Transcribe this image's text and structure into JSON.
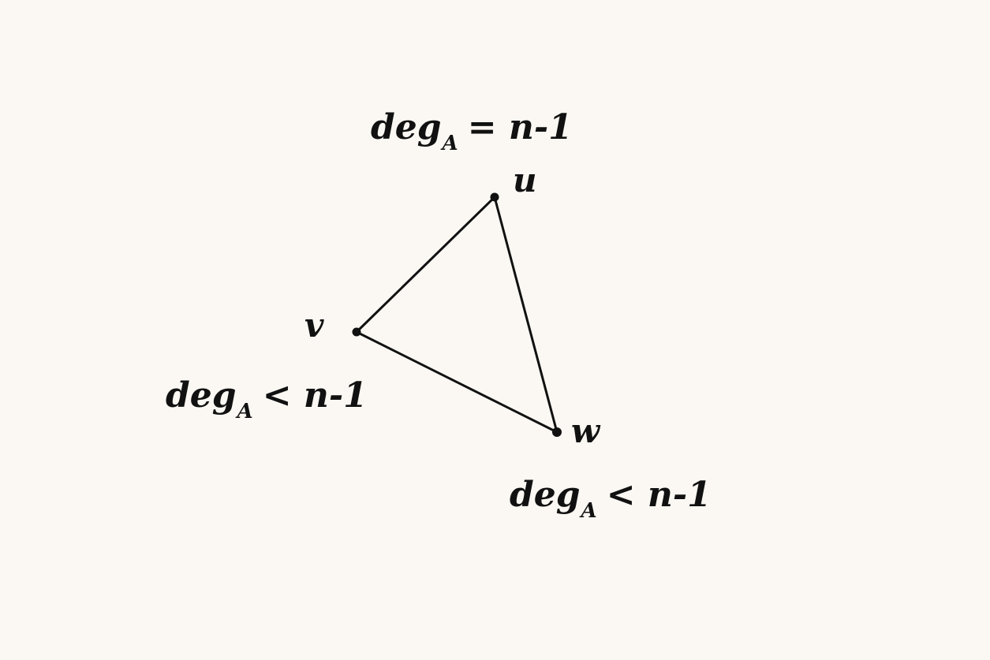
{
  "colors": {
    "background": "#fbf8f3",
    "ink": "#111111"
  },
  "vertices": {
    "u": {
      "name": "u",
      "label": {
        "deg": "deg",
        "sub": "A",
        "rest": "= n-1"
      }
    },
    "v": {
      "name": "v",
      "label": {
        "deg": "deg",
        "sub": "A",
        "rest": "< n-1"
      }
    },
    "w": {
      "name": "w",
      "label": {
        "deg": "deg",
        "sub": "A",
        "rest": "< n-1"
      }
    }
  },
  "edges": [
    [
      "u",
      "v"
    ],
    [
      "u",
      "w"
    ],
    [
      "v",
      "w"
    ]
  ]
}
